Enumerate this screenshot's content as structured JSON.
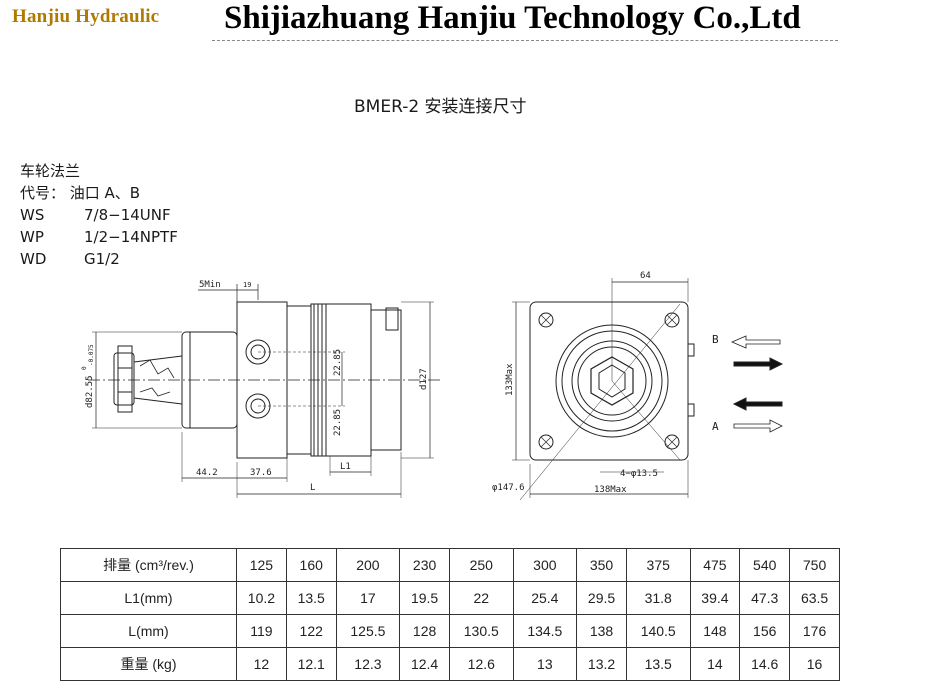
{
  "header": {
    "brand": "Hanjiu Hydraulic",
    "company": "Shijiazhuang Hanjiu Technology Co.,Ltd"
  },
  "title": "BMER-2  安装连接尺寸",
  "specs": {
    "heading1": "车轮法兰",
    "heading2": "代号：  油口  A、B",
    "rows": [
      {
        "code": "WS",
        "value": "7/8−14UNF"
      },
      {
        "code": "WP",
        "value": "1/2−14NPTF"
      },
      {
        "code": "WD",
        "value": "G1/2"
      }
    ]
  },
  "side_view_labels": {
    "min": "5Min",
    "min_val": "19",
    "d82": "d82.55",
    "tol_top": "0",
    "tol_bot": "-0.075",
    "port_a": "22.85",
    "port_b": "22.85",
    "d127": "d127",
    "dim_442": "44.2",
    "dim_376": "37.6",
    "L1": "L1",
    "L": "L"
  },
  "front_view_labels": {
    "dim_64": "64",
    "dim_133": "133Max",
    "dim_138": "138Max",
    "holes": "4−φ13.5",
    "dia_147": "φ147.6",
    "port_B": "B",
    "port_A": "A"
  },
  "table": {
    "headers": [
      "排量 (cm³/rev.)",
      "125",
      "160",
      "200",
      "230",
      "250",
      "300",
      "350",
      "375",
      "475",
      "540",
      "750"
    ],
    "rows": [
      [
        "L1(mm)",
        "10.2",
        "13.5",
        "17",
        "19.5",
        "22",
        "25.4",
        "29.5",
        "31.8",
        "39.4",
        "47.3",
        "63.5"
      ],
      [
        "L(mm)",
        "119",
        "122",
        "125.5",
        "128",
        "130.5",
        "134.5",
        "138",
        "140.5",
        "148",
        "156",
        "176"
      ],
      [
        "重量 (kg)",
        "12",
        "12.1",
        "12.3",
        "12.4",
        "12.6",
        "13",
        "13.2",
        "13.5",
        "14",
        "14.6",
        "16"
      ]
    ]
  }
}
